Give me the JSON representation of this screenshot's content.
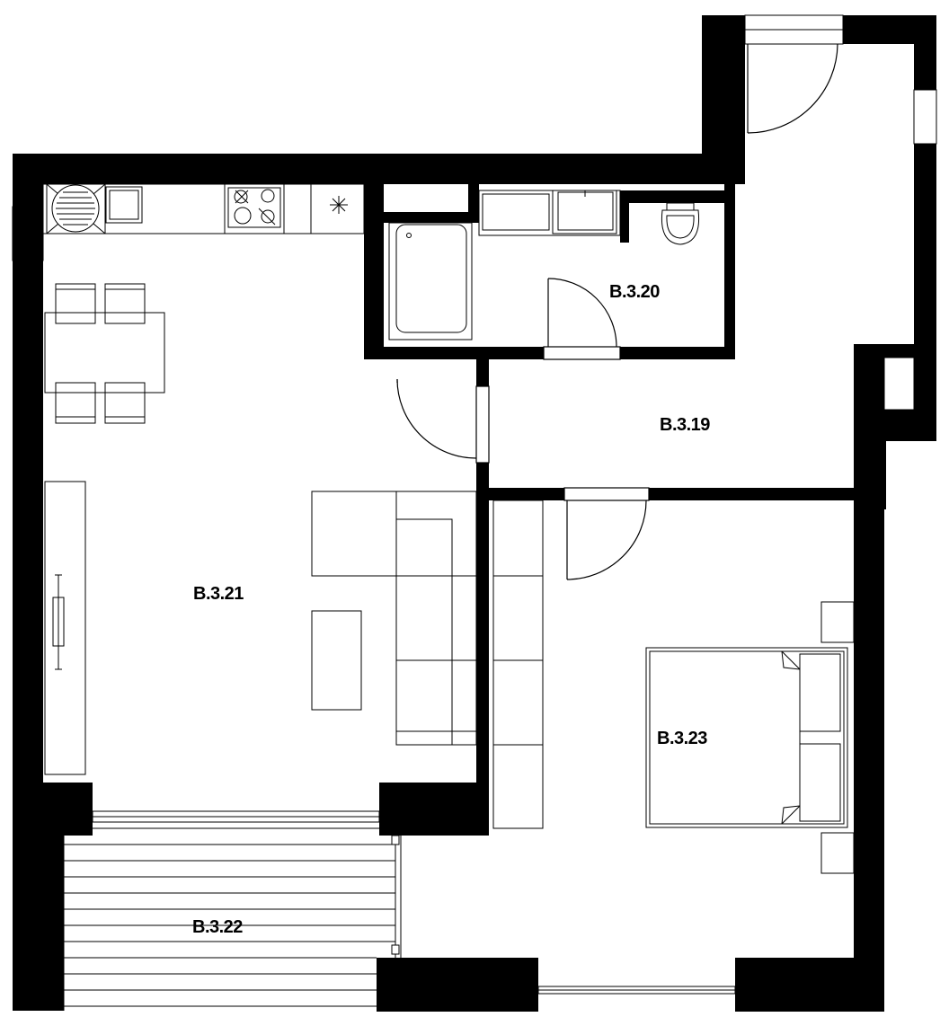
{
  "plan": {
    "colors": {
      "wall": "#000000",
      "background": "#ffffff",
      "line": "#000000"
    },
    "rooms": {
      "hall": {
        "label": "B.3.19"
      },
      "bathroom": {
        "label": "B.3.20"
      },
      "living_kitchen": {
        "label": "B.3.21"
      },
      "terrace": {
        "label": "B.3.22"
      },
      "bedroom": {
        "label": "B.3.23"
      }
    }
  }
}
